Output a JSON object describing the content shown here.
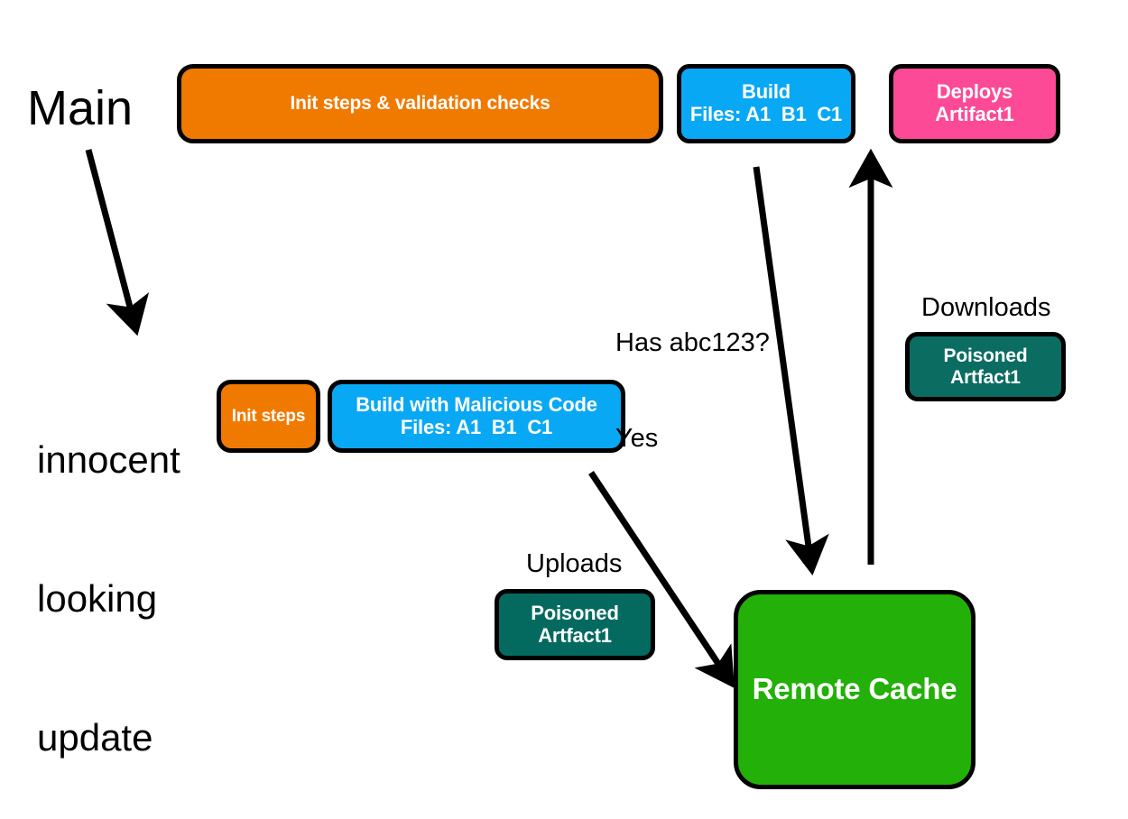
{
  "diagram": {
    "title": "Remote cache poisoning attack flow",
    "background": "#ffffff"
  },
  "branches": {
    "main_label": "Main",
    "attacker_label_line1": "innocent",
    "attacker_label_line2": "looking",
    "attacker_label_line3": "update"
  },
  "nodes": {
    "init_validation": {
      "text": "Init steps & validation checks",
      "color": "#F07A00"
    },
    "build_main": {
      "line1": "Build",
      "line2": "Files: A1  B1  C1",
      "color": "#09A8F5"
    },
    "deploys": {
      "line1": "Deploys",
      "line2": "Artifact1",
      "color": "#FC4A96"
    },
    "init_steps": {
      "text": "Init steps",
      "color": "#F07A00"
    },
    "build_malicious": {
      "line1": "Build with Malicious Code",
      "line2": "Files: A1  B1  C1",
      "color": "#09A8F5"
    },
    "artifact_upload": {
      "line1": "Poisoned",
      "line2": "Artfact1",
      "color": "#046A60"
    },
    "artifact_download": {
      "line1": "Poisoned",
      "line2": "Artfact1",
      "color": "#0B6C62"
    },
    "remote_cache": {
      "text": "Remote Cache",
      "color": "#23B008"
    }
  },
  "edge_labels": {
    "cache_query_line1": "Has abc123?",
    "cache_query_line2": "Yes",
    "uploads": "Uploads",
    "downloads": "Downloads"
  },
  "arrows": {
    "stroke": "#000000",
    "main_to_update": "Main branch down to innocent looking update",
    "build_to_cache": "Build queries Remote Cache",
    "cache_to_deploy": "Remote Cache up to Deploys Artifact1",
    "malicious_to_cache": "Build with Malicious Code uploads to Remote Cache"
  }
}
